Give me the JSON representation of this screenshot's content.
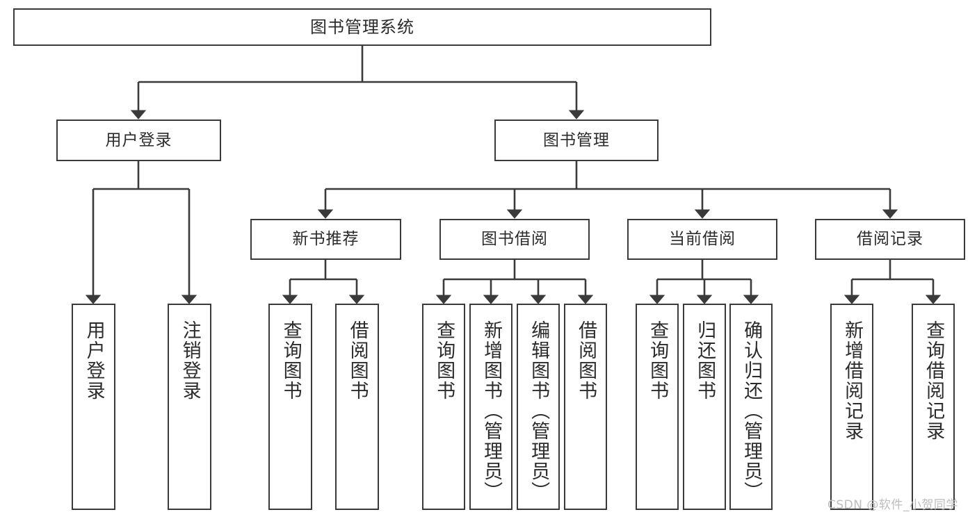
{
  "diagram": {
    "title": "图书管理系统",
    "type": "tree",
    "root": {
      "label": "图书管理系统"
    },
    "level2": [
      {
        "label": "用户登录"
      },
      {
        "label": "图书管理"
      }
    ],
    "level3": [
      {
        "label": "新书推荐"
      },
      {
        "label": "图书借阅"
      },
      {
        "label": "当前借阅"
      },
      {
        "label": "借阅记录"
      }
    ],
    "leaves": {
      "user_login": [
        {
          "label": "用户登录"
        },
        {
          "label": "注销登录"
        }
      ],
      "new_book": [
        {
          "label": "查询图书"
        },
        {
          "label": "借阅图书"
        }
      ],
      "book_borrow": [
        {
          "label": "查询图书"
        },
        {
          "label": "新增图书（管理员）"
        },
        {
          "label": "编辑图书（管理员）"
        },
        {
          "label": "借阅图书"
        }
      ],
      "current_borrow": [
        {
          "label": "查询图书"
        },
        {
          "label": "归还图书"
        },
        {
          "label": "确认归还（管理员）"
        }
      ],
      "borrow_record": [
        {
          "label": "新增借阅记录"
        },
        {
          "label": "查询借阅记录"
        }
      ]
    }
  },
  "watermark": {
    "text": "CSDN @软件_小贺同学"
  },
  "colors": {
    "border": "#3a3a3a",
    "text": "#2b2b2b",
    "background": "#ffffff",
    "watermark": "#bdbdbd"
  }
}
